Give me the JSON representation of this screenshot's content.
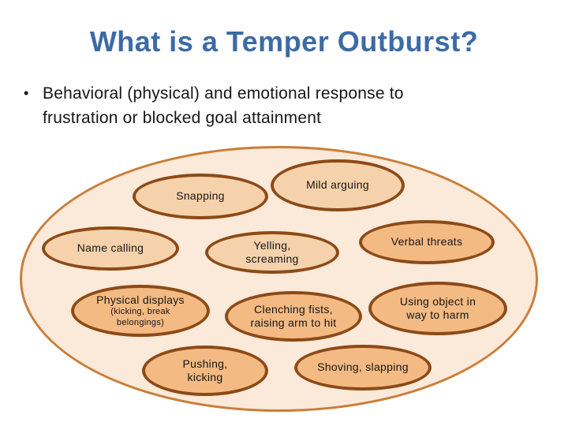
{
  "slide": {
    "title": "What is a Temper Outburst?",
    "bullet": {
      "marker": "•",
      "line1": "Behavioral (physical) and emotional response to",
      "line2": "frustration or blocked goal attainment"
    }
  },
  "colors": {
    "title_color": "#3c6ba5",
    "outer_fill": "#fbe9d9",
    "outer_border": "#c97e38",
    "inner_border": "#8c4a16",
    "light_fill": "#f6d2ac",
    "dark_fill": "#f4ba83"
  },
  "diagram": {
    "nodes": {
      "snapping": {
        "label": "Snapping"
      },
      "mild_arguing": {
        "label": "Mild arguing"
      },
      "name_calling": {
        "label": "Name calling"
      },
      "yelling_screaming": {
        "line1": "Yelling,",
        "line2": "screaming"
      },
      "verbal_threats": {
        "label": "Verbal threats"
      },
      "physical_displays": {
        "label": "Physical displays",
        "sub_line1": "(kicking, break",
        "sub_line2": "belongings)"
      },
      "clenching_fists": {
        "line1": "Clenching fists,",
        "line2": "raising arm to hit"
      },
      "using_object": {
        "line1": "Using object in",
        "line2": "way to harm"
      },
      "pushing_kicking": {
        "line1": "Pushing,",
        "line2": "kicking"
      },
      "shoving_slapping": {
        "label": "Shoving, slapping"
      }
    }
  }
}
